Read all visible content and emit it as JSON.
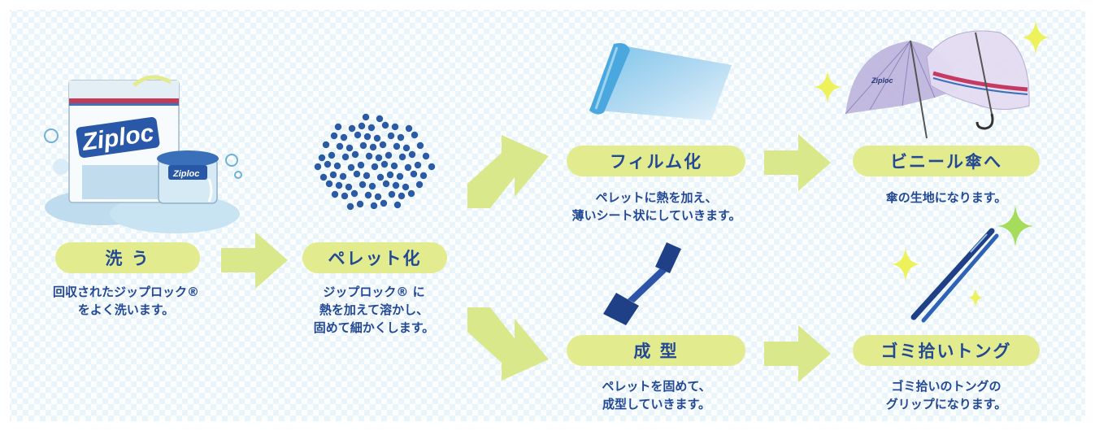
{
  "steps": {
    "wash": {
      "title": "洗 う",
      "desc": [
        "回収されたジップロック®",
        "をよく洗います。"
      ],
      "brand": "Ziploc"
    },
    "pellet": {
      "title": "ペレット化",
      "desc": [
        "ジップロック® に",
        "熱を加えて溶かし、",
        "固めて細かくします。"
      ]
    },
    "film": {
      "title": "フィルム化",
      "desc": [
        "ペレットに熱を加え、",
        "薄いシート状にしていきます。"
      ]
    },
    "umbrella": {
      "title": "ビニール傘へ",
      "desc": [
        "傘の生地になります。"
      ],
      "brand": "Ziploc"
    },
    "molding": {
      "title": "成 型",
      "desc": [
        "ペレットを固めて、",
        "成型していきます。"
      ]
    },
    "tongs": {
      "title": "ゴミ拾いトング",
      "desc": [
        "ゴミ拾いのトングの",
        "グリップになります。"
      ]
    }
  },
  "colors": {
    "label_bg": "#e2ec8f",
    "text": "#234895",
    "arrow": "#d9e88a",
    "pellet_dot": "#2c5ba6",
    "background": "#e9f5fa"
  }
}
